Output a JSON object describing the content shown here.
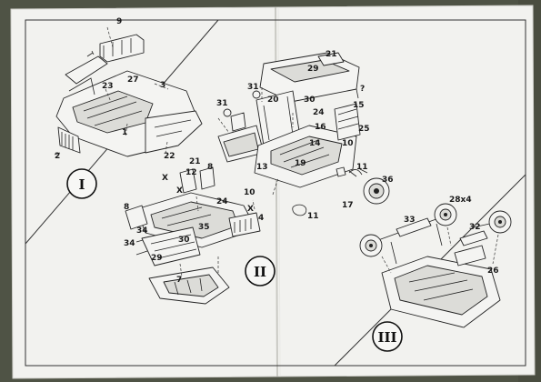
{
  "sheet": {
    "colors": {
      "paper": "#f3f3f1",
      "ink": "#1a1a1a",
      "table": "#55584a"
    }
  },
  "steps": [
    {
      "numeral": "I"
    },
    {
      "numeral": "II"
    },
    {
      "numeral": "III"
    }
  ],
  "callouts": {
    "s1": [
      "9",
      "3",
      "23",
      "27",
      "1",
      "2",
      "22"
    ],
    "s2": [
      "31",
      "31",
      "20",
      "21",
      "29",
      "30",
      "24",
      "16",
      "15",
      "25",
      "14",
      "10",
      "13",
      "19",
      "11",
      "36",
      "21",
      "12",
      "8",
      "X",
      "X",
      "10",
      "17",
      "11",
      "24",
      "4",
      "8",
      "35",
      "34",
      "34",
      "30",
      "29",
      "7",
      "X"
    ],
    "s3": [
      "28x4",
      "33",
      "32",
      "26"
    ]
  },
  "symbols": {
    "query": "?"
  }
}
